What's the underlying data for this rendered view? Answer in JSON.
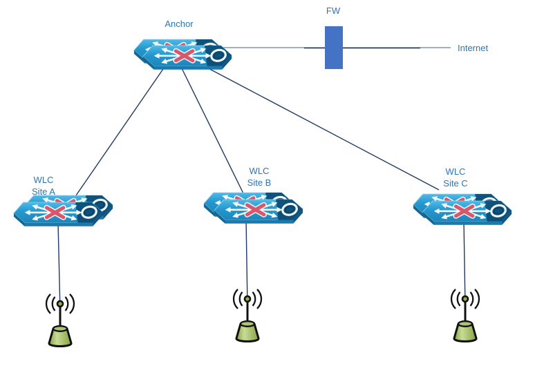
{
  "diagram": {
    "type": "network-topology",
    "background": "#ffffff",
    "labels": {
      "anchor": "Anchor",
      "firewall": "FW",
      "internet": "Internet",
      "site_a_line1": "WLC",
      "site_a_line2": "Site A",
      "site_b_line1": "WLC",
      "site_b_line2": "Site B",
      "site_c_line1": "WLC",
      "site_c_line2": "Site C"
    },
    "nodes": [
      {
        "id": "anchor",
        "kind": "wlc-controller-stack"
      },
      {
        "id": "fw",
        "kind": "firewall"
      },
      {
        "id": "internet",
        "kind": "external-network"
      },
      {
        "id": "site-a",
        "kind": "wlc-controller-stack"
      },
      {
        "id": "site-b",
        "kind": "wlc-controller-stack"
      },
      {
        "id": "site-c",
        "kind": "wlc-controller-stack"
      },
      {
        "id": "ap-a",
        "kind": "access-point"
      },
      {
        "id": "ap-b",
        "kind": "access-point"
      },
      {
        "id": "ap-c",
        "kind": "access-point"
      }
    ],
    "edges": [
      {
        "from": "anchor",
        "to": "fw"
      },
      {
        "from": "fw",
        "to": "internet"
      },
      {
        "from": "anchor",
        "to": "site-a"
      },
      {
        "from": "anchor",
        "to": "site-b"
      },
      {
        "from": "anchor",
        "to": "site-c"
      },
      {
        "from": "site-a",
        "to": "ap-a"
      },
      {
        "from": "site-b",
        "to": "ap-b"
      },
      {
        "from": "site-c",
        "to": "ap-c"
      }
    ],
    "colors": {
      "label_text": "#2E74B5",
      "connector_dark": "#1F3864",
      "connector_light": "#8496B0",
      "firewall_fill": "#4472C4",
      "switch_blue": "#2196CC",
      "switch_accent_red": "#D9566B",
      "ap_green": "#9FB95B"
    }
  }
}
